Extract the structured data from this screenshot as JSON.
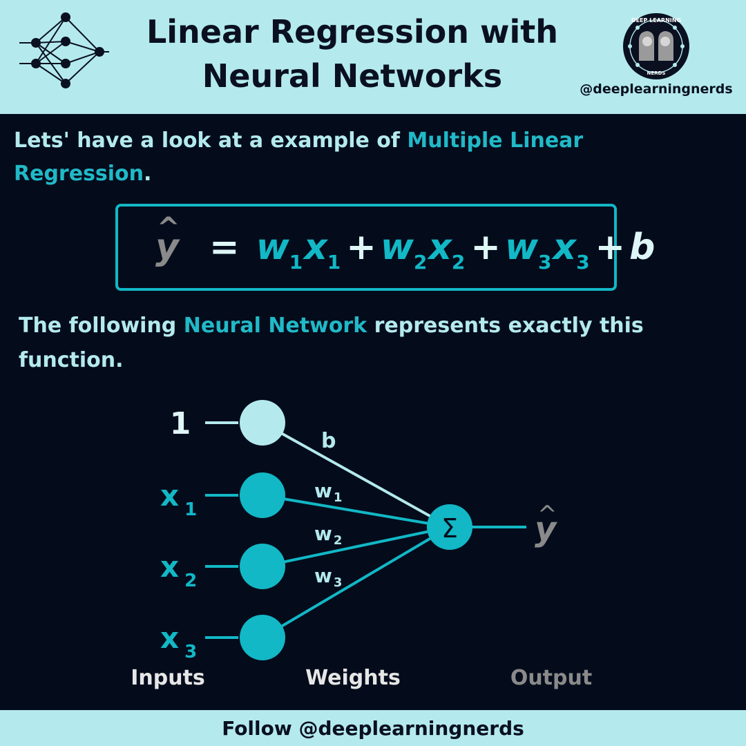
{
  "header": {
    "title_line1": "Linear Regression with",
    "title_line2": "Neural Networks",
    "badge_top": "DEEP LEARNING",
    "badge_bottom": "NERDS",
    "handle": "@deeplearningnerds"
  },
  "intro": {
    "before": "Lets' have a look at a example of ",
    "highlight": "Multiple Linear Regression",
    "after": "."
  },
  "formula": {
    "lhs": "y",
    "hat": "^",
    "equals": "=",
    "w_symbol": "w",
    "x_symbol": "x",
    "sub1": "1",
    "sub2": "2",
    "sub3": "3",
    "plus": "+",
    "bias": "b"
  },
  "following": {
    "before": "The following ",
    "highlight": "Neural Network",
    "after": " represents exactly this function."
  },
  "network": {
    "bias_input": "1",
    "input_symbol": "x",
    "sub1": "1",
    "sub2": "2",
    "sub3": "3",
    "weight_symbol": "w",
    "bias_label": "b",
    "sum_symbol": "Σ",
    "output_symbol": "y",
    "output_hat": "^",
    "inputs_label": "Inputs",
    "weights_label": "Weights",
    "output_label": "Output"
  },
  "footer": {
    "text": "Follow @deeplearningnerds"
  },
  "colors": {
    "header_bg": "#b4eaed",
    "page_bg": "#040c1c",
    "accent": "#12b8c6",
    "bias_node": "#b4eaed",
    "output_gray": "#8a8a8a"
  }
}
